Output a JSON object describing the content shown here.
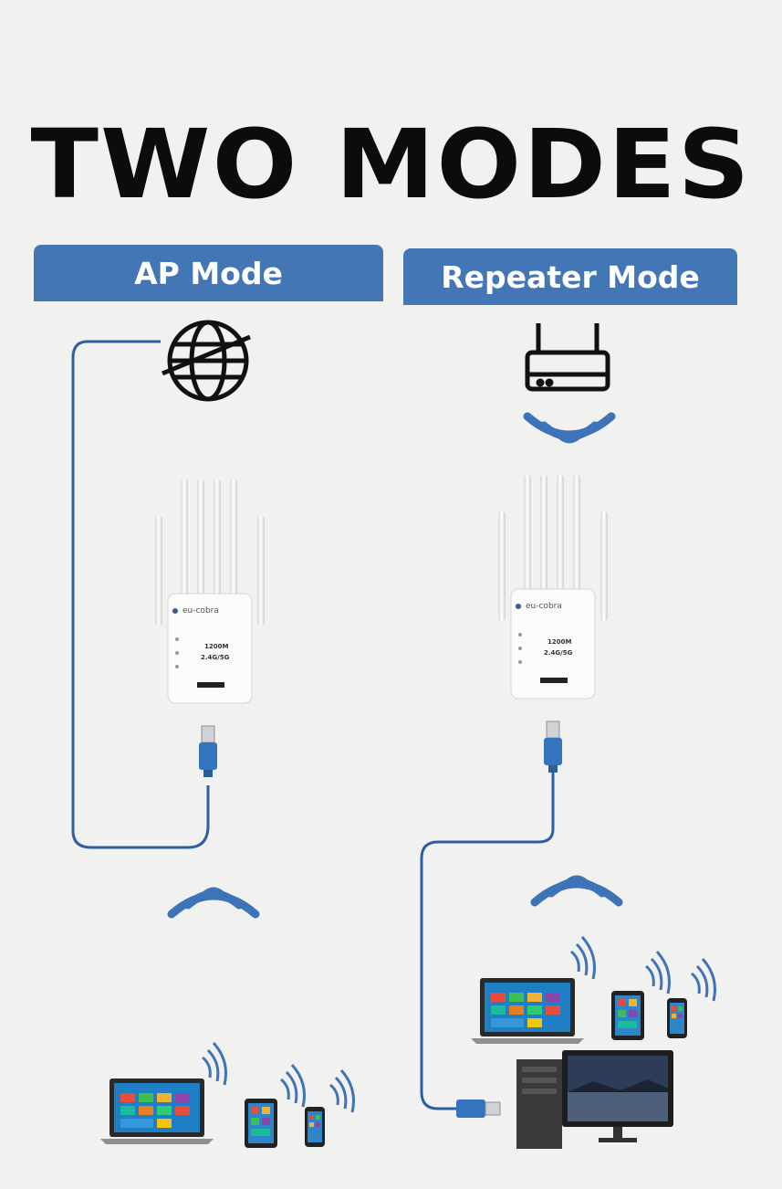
{
  "title": "TWO MODES",
  "modes": {
    "ap": {
      "label": "AP Mode"
    },
    "repeater": {
      "label": "Repeater Mode"
    }
  },
  "device": {
    "brand": "eu-cobra",
    "speed": "1200M",
    "band": "2.4G/5G"
  },
  "colors": {
    "banner": "#4376b4",
    "cable": "#2f5fa0",
    "wifi": "#3f73b8",
    "text": "#0c0c0c"
  },
  "icons": {
    "internet": "globe-icon",
    "router": "router-icon",
    "wifi": "wifi-icon"
  }
}
